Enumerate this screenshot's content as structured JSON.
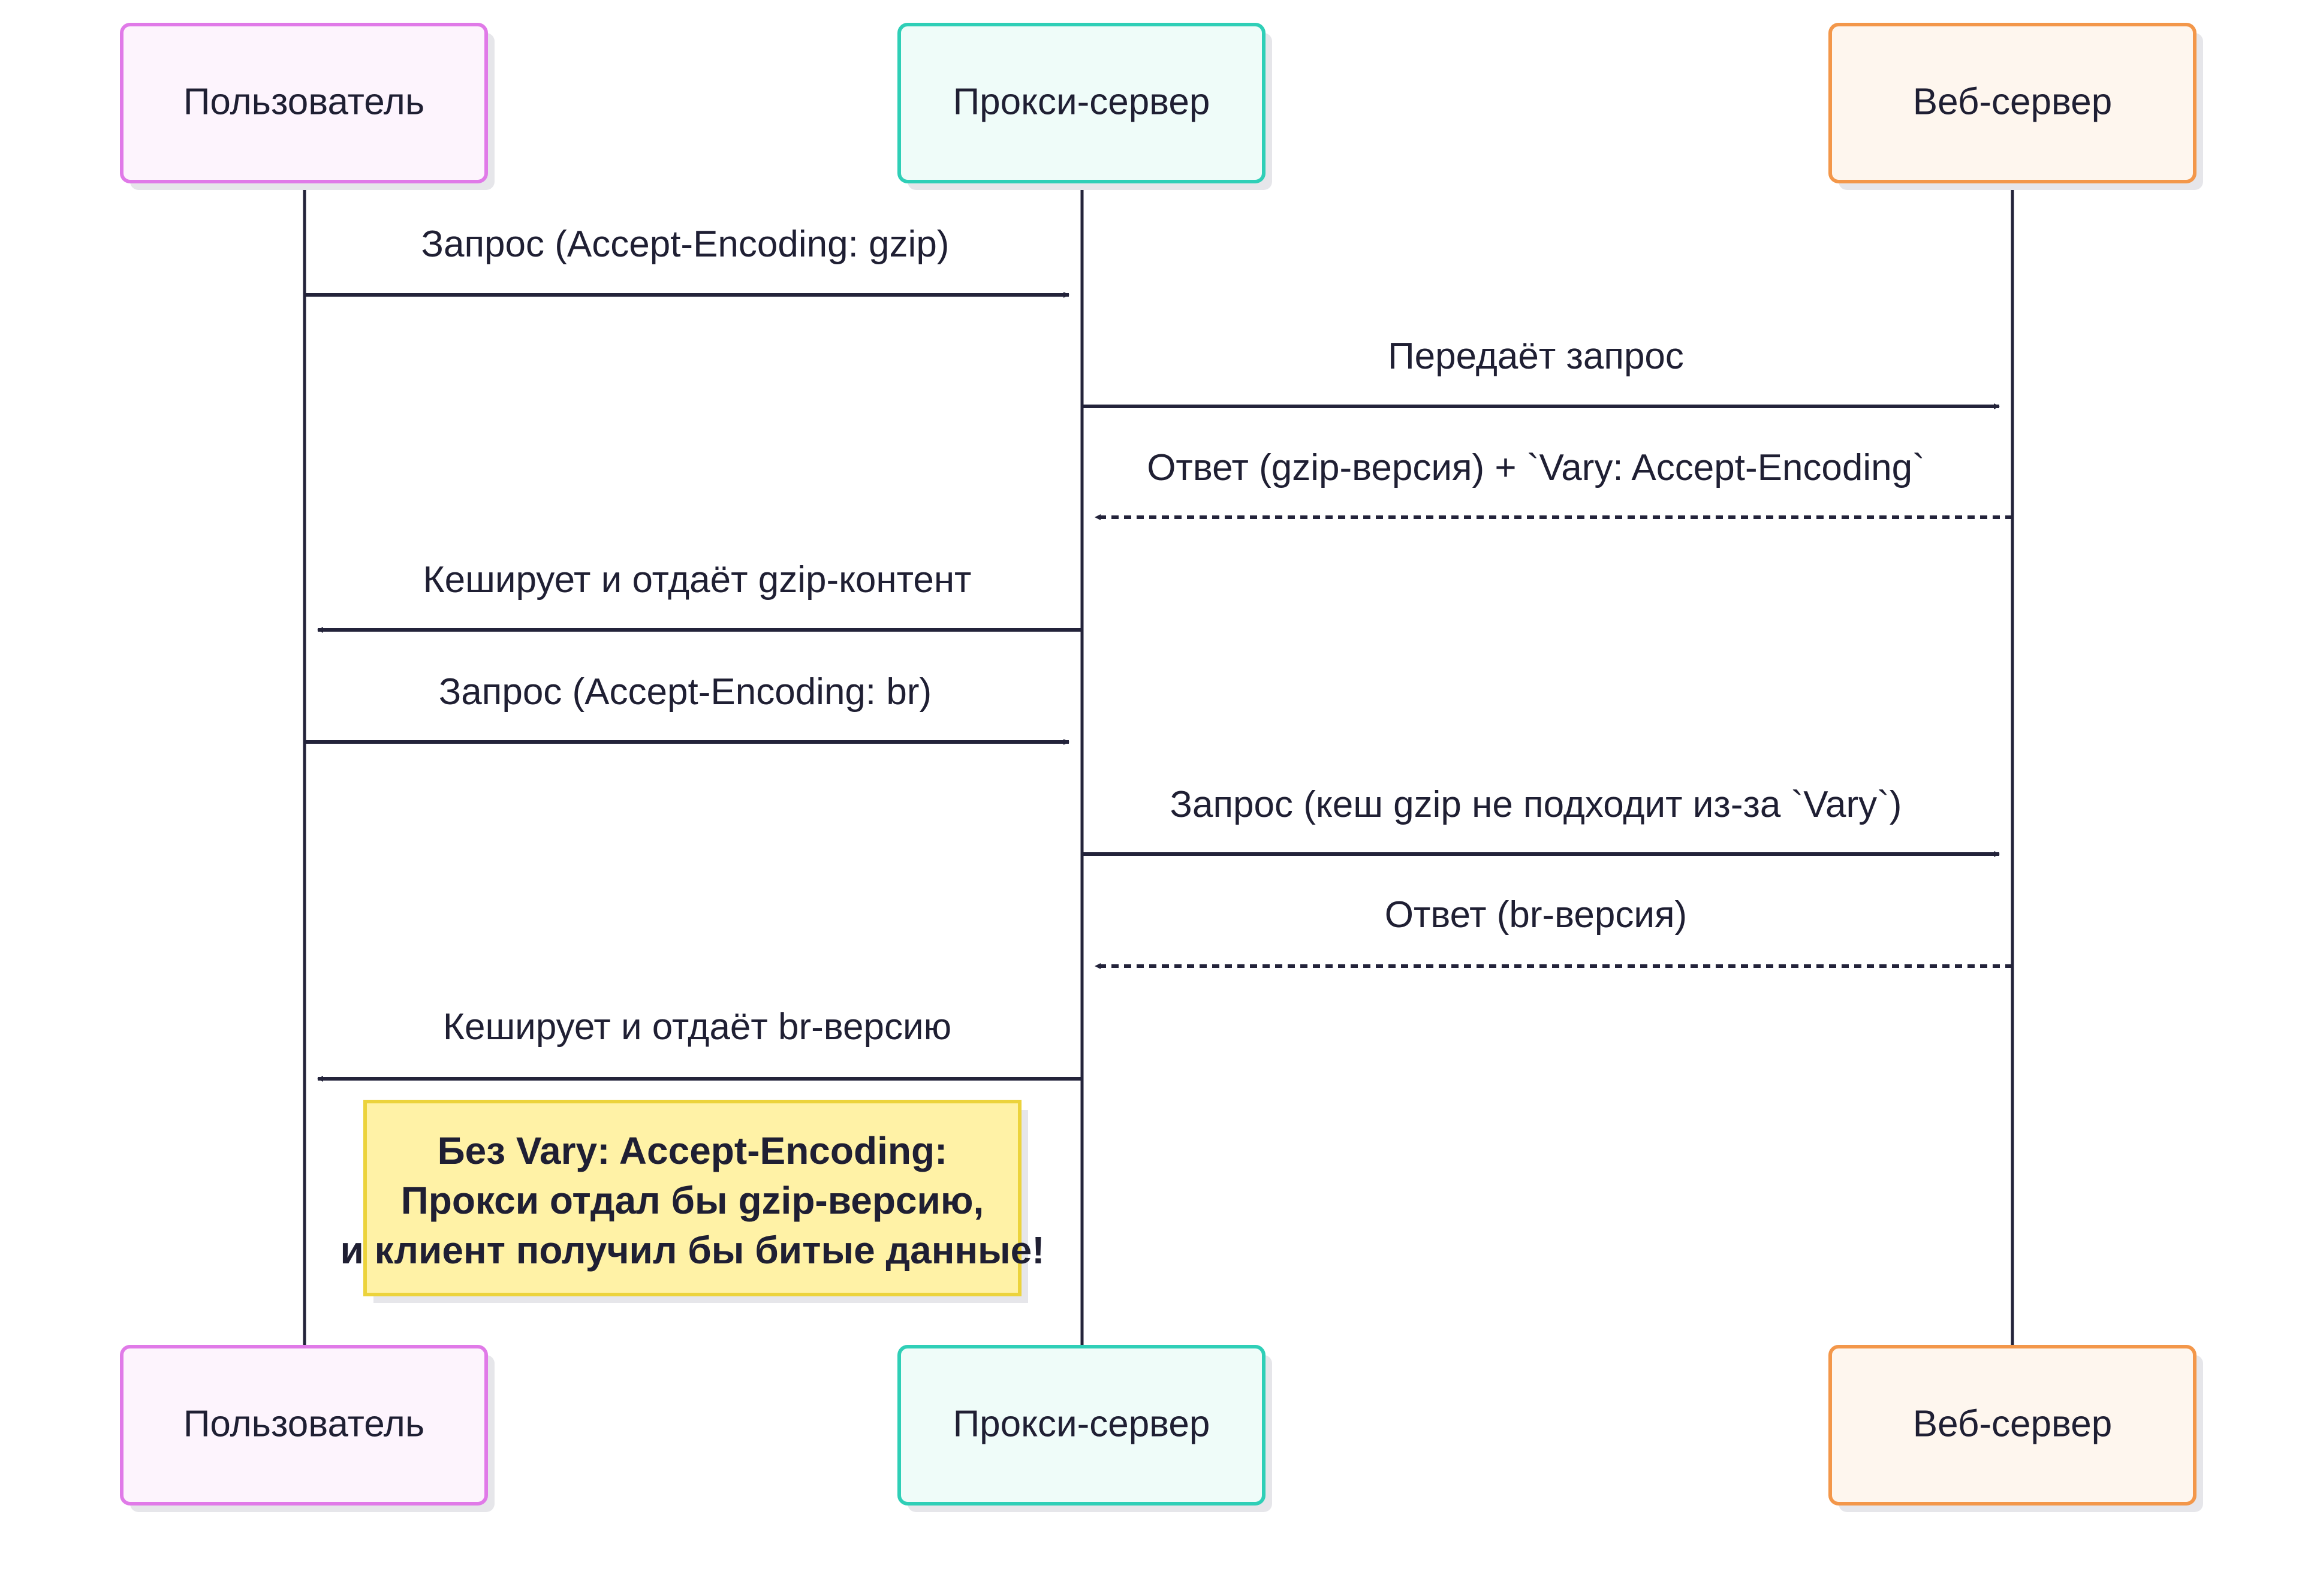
{
  "colors": {
    "line": "#23233a",
    "shadow": "#e6e6ea",
    "user_border": "#e07ae8",
    "user_fill": "#fdf4fd",
    "proxy_border": "#2fcfb7",
    "proxy_fill": "#effcf9",
    "server_border": "#f3974a",
    "server_fill": "#fef6ee",
    "note_border": "#ecd33c",
    "note_fill": "#fff2a6"
  },
  "participants": [
    {
      "id": "user",
      "label": "Пользователь"
    },
    {
      "id": "proxy",
      "label": "Прокси-сервер"
    },
    {
      "id": "server",
      "label": "Веб-сервер"
    }
  ],
  "messages": [
    {
      "from": "user",
      "to": "proxy",
      "style": "solid",
      "label": "Запрос (Accept-Encoding: gzip)"
    },
    {
      "from": "proxy",
      "to": "server",
      "style": "solid",
      "label": "Передаёт запрос"
    },
    {
      "from": "server",
      "to": "proxy",
      "style": "dashed",
      "label": "Ответ (gzip-версия) + `Vary: Accept-Encoding`"
    },
    {
      "from": "proxy",
      "to": "user",
      "style": "solid",
      "label": "Кеширует и отдаёт gzip-контент"
    },
    {
      "from": "user",
      "to": "proxy",
      "style": "solid",
      "label": "Запрос (Accept-Encoding: br)"
    },
    {
      "from": "proxy",
      "to": "server",
      "style": "solid",
      "label": "Запрос (кеш gzip не подходит из-за `Vary`)"
    },
    {
      "from": "server",
      "to": "proxy",
      "style": "dashed",
      "label": "Ответ (br-версия)"
    },
    {
      "from": "proxy",
      "to": "user",
      "style": "solid",
      "label": "Кеширует и отдаёт br-версию"
    }
  ],
  "note": {
    "lines": [
      "Без Vary: Accept-Encoding:",
      "Прокси отдал бы gzip-версию,",
      "и клиент получил бы битые данные!"
    ]
  }
}
